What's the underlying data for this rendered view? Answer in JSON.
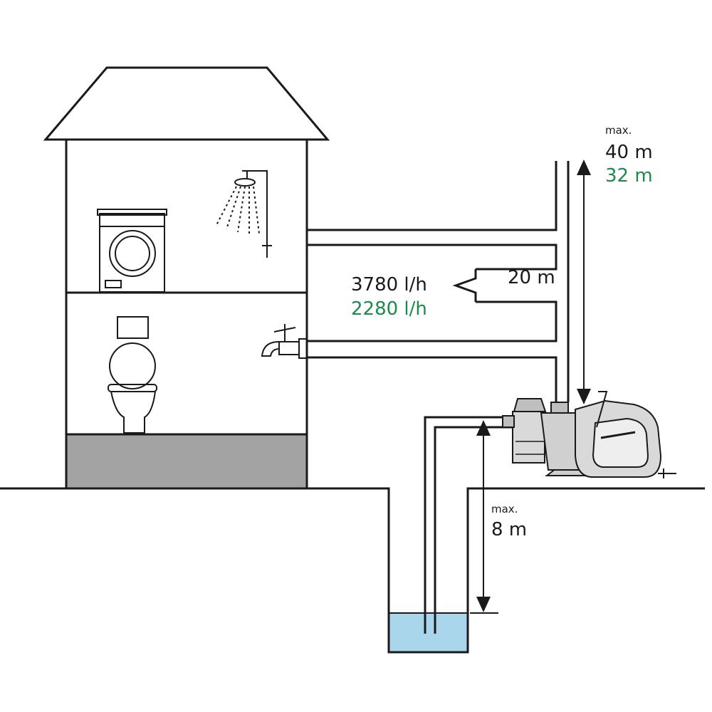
{
  "head_limit": {
    "prefix": "max.",
    "primary": "40 m",
    "secondary": "32 m"
  },
  "distance": {
    "label": "20 m"
  },
  "flow_rate": {
    "primary": "3780 l/h",
    "secondary": "2280 l/h"
  },
  "suction_limit": {
    "prefix": "max.",
    "value": "8 m"
  },
  "colors": {
    "line": "#1a1a1a",
    "secondary_text": "#1f8a4c",
    "water": "#a9d6ea",
    "foundation": "#a3a3a3",
    "pump_body": "#d9d9d9"
  }
}
